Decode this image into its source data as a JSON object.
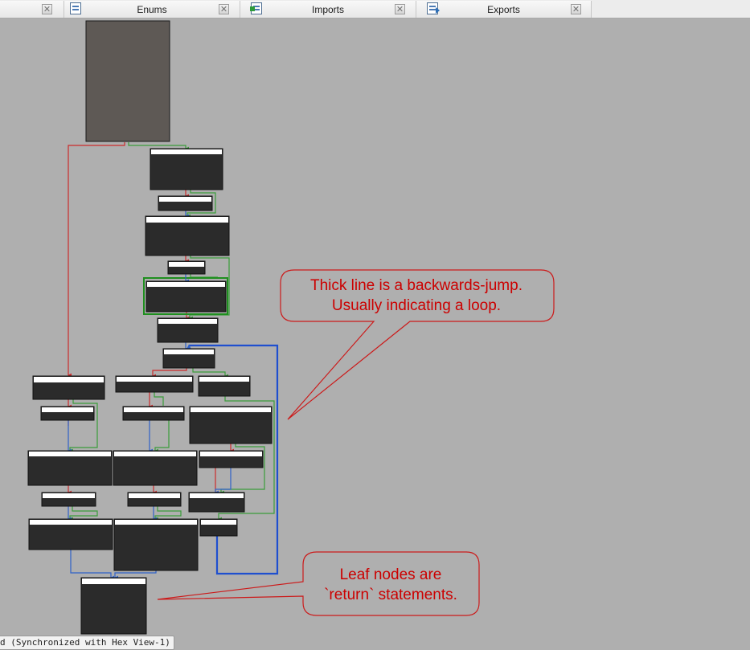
{
  "tabs": [
    {
      "label": "",
      "icon": null
    },
    {
      "label": "Enums",
      "icon": "enums-table-icon"
    },
    {
      "label": "Imports",
      "icon": "imports-table-icon"
    },
    {
      "label": "Exports",
      "icon": "exports-table-icon"
    }
  ],
  "close_glyph": "✕",
  "annotations": {
    "loop_note": {
      "line1": "Thick line is a backwards-jump.",
      "line2": "Usually indicating a loop."
    },
    "leaf_note": {
      "line1": "Leaf nodes are",
      "line2": "`return` statements."
    }
  },
  "status": {
    "text": "d (Synchronized with Hex View-1)"
  },
  "colors": {
    "background": "#afafaf",
    "node_fill": "#2b2b2b",
    "entry_node_fill": "#5e5955",
    "edge_true": "#3a9c3a",
    "edge_false": "#cc2b2b",
    "edge_unconditional": "#2f62c8",
    "back_edge": "#1f4fcf",
    "callout_text": "#cc0000",
    "callout_border": "#cc1a1a"
  }
}
